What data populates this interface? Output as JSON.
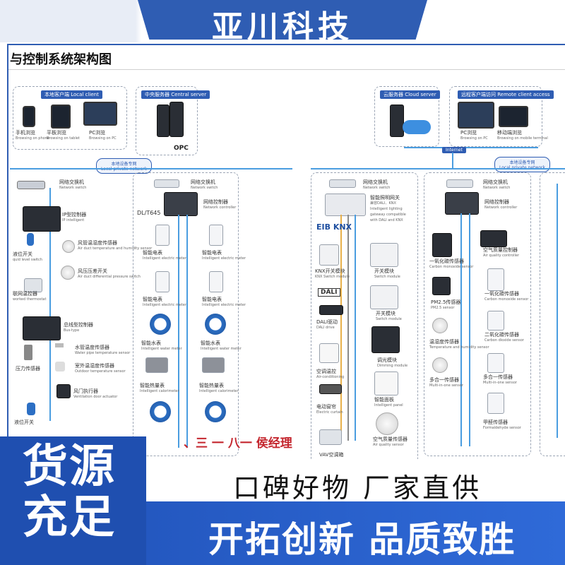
{
  "brand": "亚川科技",
  "diagram_title": "与控制系统架构图",
  "top_left": {
    "local_client": "本地客户端 Local client",
    "phone": "手机浏览",
    "phone_sub": "Browsing on phone",
    "tablet": "平板浏览",
    "tablet_sub": "Browsing on tablet",
    "pc": "PC浏览",
    "pc_sub": "Browsing on PC",
    "central_server": "中央服务器 Central server",
    "local_network": "本地设备专网",
    "local_network_sub": "Local private network"
  },
  "top_right": {
    "cloud_server": "云服务器 Cloud server",
    "remote_client": "远程客户端访问 Remote client access",
    "pc": "PC浏览",
    "pc_sub": "Browsing on PC",
    "mobile": "移动端浏览",
    "mobile_sub": "Browsing on mobile terminal",
    "internet": "Internet",
    "local_network": "本地设备专网",
    "local_network_sub": "Local private network"
  },
  "col1": {
    "switch": "网络交换机",
    "switch_sub": "Network switch",
    "ip_controller": "IP型控制器",
    "ip_controller_sub": "IP intelligent",
    "level_switch": "液位开关",
    "level_switch_sub": "quid level switch",
    "duct_temp": "风管温湿度传感器",
    "duct_temp_sub": "Air duct temperature and humidity sensor",
    "pressure_switch": "风压压差开关",
    "pressure_switch_sub": "Air duct differential pressure switch",
    "thermostat": "联网温控器",
    "thermostat_sub": "worked thermostat",
    "bus_controller": "总线型控制器",
    "bus_controller_sub": "Bus-type",
    "water_temp": "水管温度传感器",
    "water_temp_sub": "Water pipe temperature sensor",
    "outdoor_temp": "室外温湿度传感器",
    "outdoor_temp_sub": "Outdoor temperature sensor",
    "pressure_sensor": "压力传感器",
    "actuator": "风门执行器",
    "actuator_sub": "Ventilation door actuator",
    "level_switch2": "液位开关"
  },
  "col2": {
    "switch": "网络交换机",
    "switch_sub": "Network switch",
    "protocol": "DL/T645",
    "controller": "网络控制器",
    "controller_sub": "Network controller",
    "meter": "智能电表",
    "meter_sub": "Intelligent electric meter",
    "water": "智能水表",
    "water_sub": "Intelligent water meter",
    "heat": "智能热量表",
    "heat_sub": "Intelligent calorimeter"
  },
  "col3": {
    "switch": "网络交换机",
    "switch_sub": "Network switch",
    "gateway": "智能照明网关",
    "gateway_sub": "兼容DALI、KNX Intelligent lighting gateway compatible with DALI and KNX",
    "knx_logo": "EIB KNX",
    "knx_module": "KNX开关模块",
    "knx_module_sub": "KNX Switch module",
    "switch_module": "开关模块",
    "switch_module_sub": "Switch module",
    "dali_logo": "DALI",
    "dali_drive": "DALI驱动",
    "dali_drive_sub": "DALI drive",
    "switch_module2": "开关模块",
    "switch_module2_sub": "Switch module",
    "dimming": "调光模块",
    "dimming_sub": "Dimming module",
    "ac_control": "空调温控",
    "ac_control_sub": "Air-conditioning",
    "panel": "智能面板",
    "panel_sub": "Intelligent panel",
    "curtain": "电动窗帘",
    "curtain_sub": "Electric curtain",
    "air_quality": "空气质量传感器",
    "air_quality_sub": "Air quality sensor",
    "vav": "VAV空调箱"
  },
  "col4": {
    "switch": "网络交换机",
    "switch_sub": "Network switch",
    "controller": "网络控制器",
    "controller_sub": "Network controller",
    "co": "一氧化碳传感器",
    "co_sub": "Carbon monoxide sensor",
    "aq_controller": "空气质量控制器",
    "aq_controller_sub": "Air quality controller",
    "pm25": "PM2.5传感器",
    "pm25_sub": "PM2.5 sensor",
    "co2": "一氧化碳传感器",
    "co2_sub": "Carbon monoxide sensor",
    "temp_hum": "温湿度传感器",
    "temp_hum_sub": "Temperature and humidity sensor",
    "dioxide": "二氧化碳传感器",
    "dioxide_sub": "Carbon dioxide sensor",
    "multi": "多合一传感器",
    "multi_sub": "Multi-in-one sensor",
    "multi2": "多合一传感器",
    "multi2_sub": "Multi-in-one sensor",
    "formaldehyde": "甲醛传感器",
    "formaldehyde_sub": "Formaldehyde sensor"
  },
  "overlay_text": "、三 一 八一  侯经理",
  "left_slogan_line1": "货源",
  "left_slogan_line2": "充足",
  "slogan1": "口碑好物  厂家直供",
  "slogan2": "开拓创新 品质致胜",
  "colors": {
    "brand_blue": "#2f5db3",
    "line_blue": "#4a9de0",
    "line_orange": "#e8b04a",
    "overlay_red": "#c4262e"
  }
}
